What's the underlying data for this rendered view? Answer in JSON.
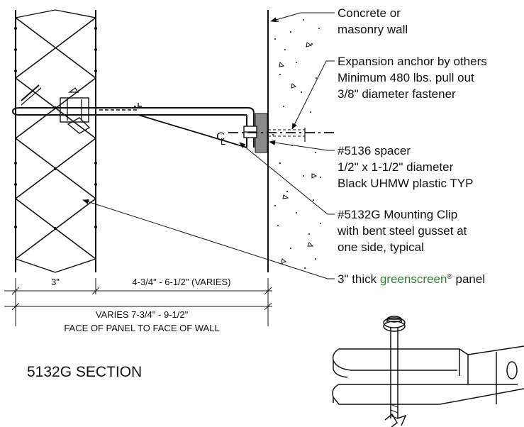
{
  "labels": {
    "concrete_1": "Concrete or",
    "concrete_2": "masonry wall",
    "anchor_1": "Expansion anchor by others",
    "anchor_2": "Minimum 480 lbs. pull out",
    "anchor_3": "3/8\" diameter fastener",
    "spacer_1": "#5136 spacer",
    "spacer_2": "1/2\" x 1-1/2\" diameter",
    "spacer_3": "Black UHMW plastic TYP",
    "clip_1": "#5132G Mounting Clip",
    "clip_2": "with bent steel gusset at",
    "clip_3": "one side, typical",
    "panel_pre": "3\" thick ",
    "panel_brand": "greenscreen",
    "panel_reg": "®",
    "panel_post": " panel",
    "centerline": "C",
    "centerline_sub": "L"
  },
  "dimensions": {
    "panel_width": "3\"",
    "gap": "4-3/4\" - 6-1/2\" (VARIES)",
    "total": "VARIES 7-3/4\" - 9-1/2\"",
    "total_note": "FACE OF PANEL TO FACE OF WALL"
  },
  "title": "5132G SECTION",
  "colors": {
    "line": "#111111",
    "brand_green": "#2e7d32",
    "spacer_gray": "#8a8a8a"
  }
}
